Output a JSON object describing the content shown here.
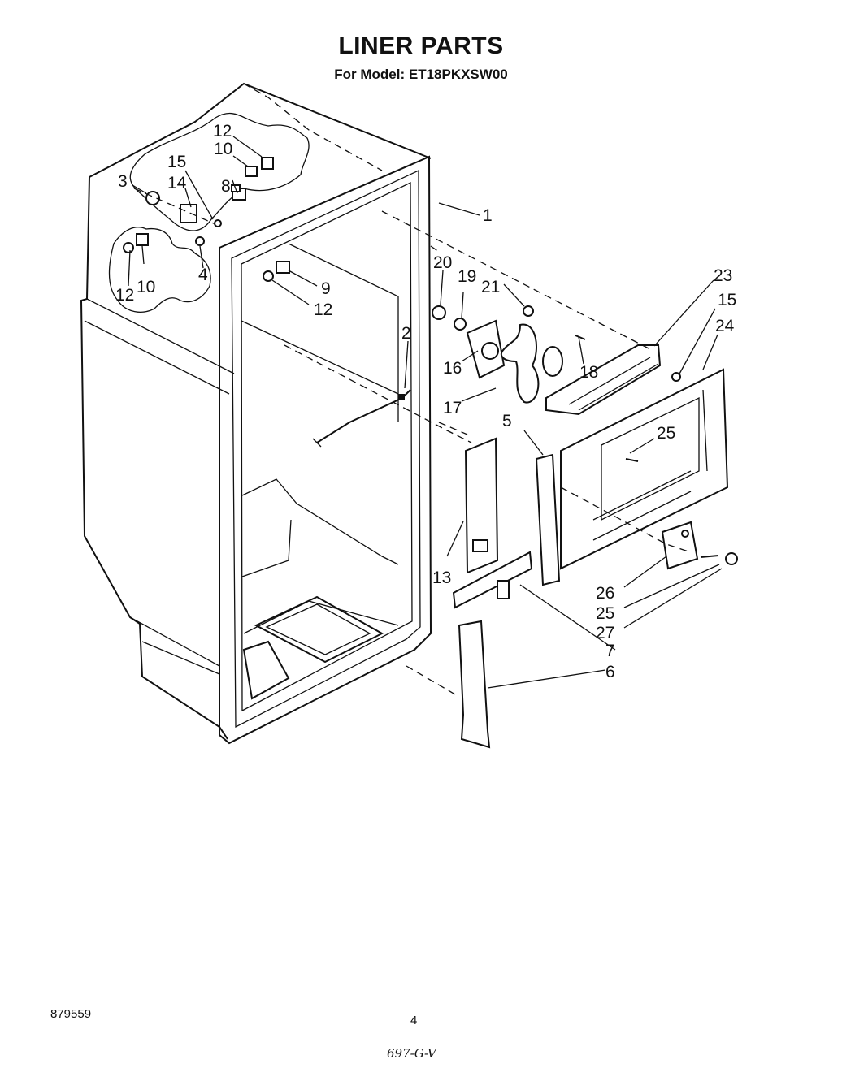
{
  "header": {
    "title": "LINER PARTS",
    "subtitle": "For Model: ET18PKXSW00"
  },
  "callouts": [
    "1",
    "2",
    "3",
    "4",
    "5",
    "6",
    "7",
    "8",
    "9",
    "10",
    "10",
    "12",
    "12",
    "12",
    "13",
    "14",
    "15",
    "15",
    "16",
    "17",
    "18",
    "19",
    "20",
    "21",
    "23",
    "24",
    "25",
    "25",
    "26",
    "27"
  ],
  "footer": {
    "document_number": "879559",
    "page_number": "4",
    "handwritten_note": "697-G-V"
  }
}
